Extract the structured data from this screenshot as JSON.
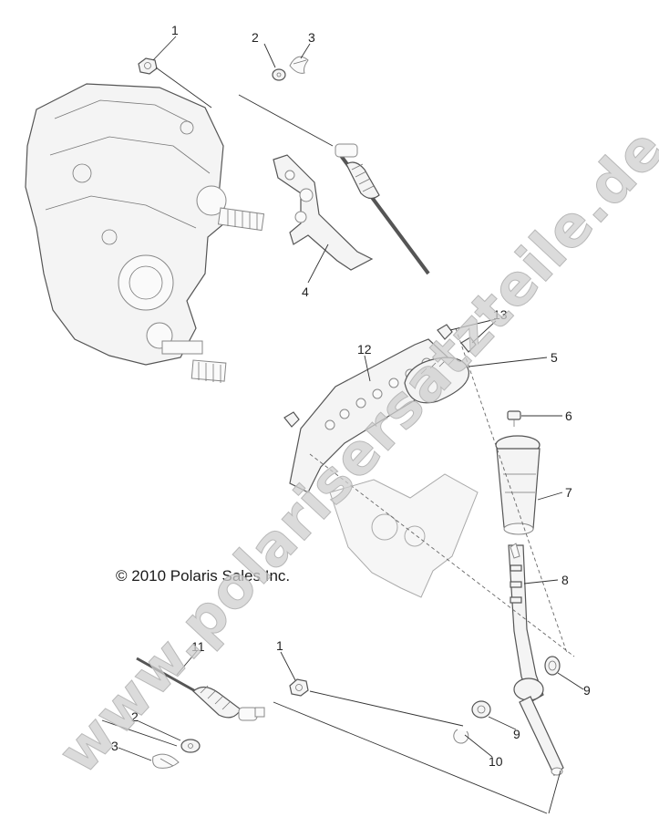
{
  "diagram": {
    "copyright": "© 2010 Polaris Sales Inc.",
    "watermark": "www.polarisersatzteile.de",
    "callouts": [
      "1",
      "2",
      "3",
      "4",
      "5",
      "6",
      "7",
      "8",
      "9",
      "10",
      "11",
      "12",
      "13"
    ]
  }
}
